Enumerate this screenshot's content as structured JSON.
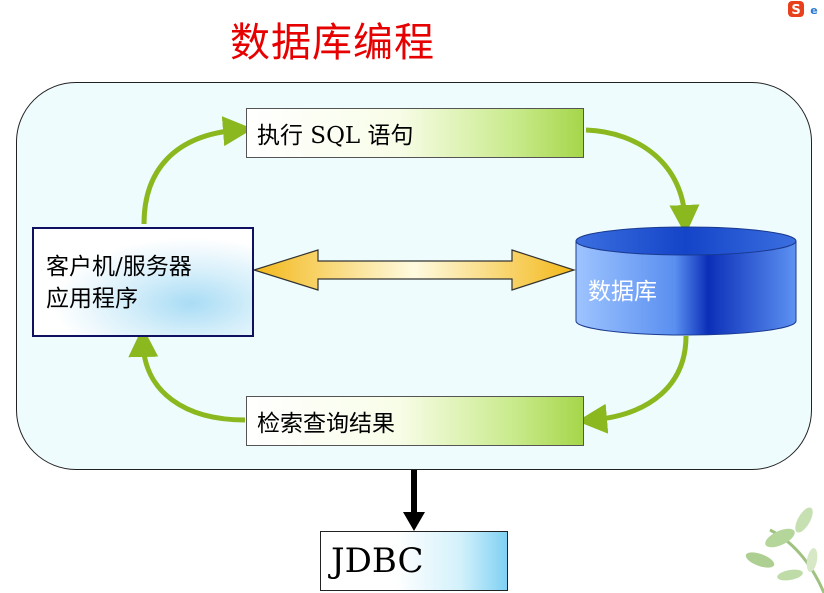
{
  "title": "数据库编程",
  "nodes": {
    "execute_sql": "执行 SQL 语句",
    "client_line1": "客户机/服务器",
    "client_line2": "应用程序",
    "database": "数据库",
    "retrieve_results": "检索查询结果",
    "jdbc": "JDBC"
  },
  "colors": {
    "title": "#e60000",
    "green_arrow": "#8ab81e",
    "double_arrow": "#f5c518",
    "database": "#1e5fd8"
  }
}
